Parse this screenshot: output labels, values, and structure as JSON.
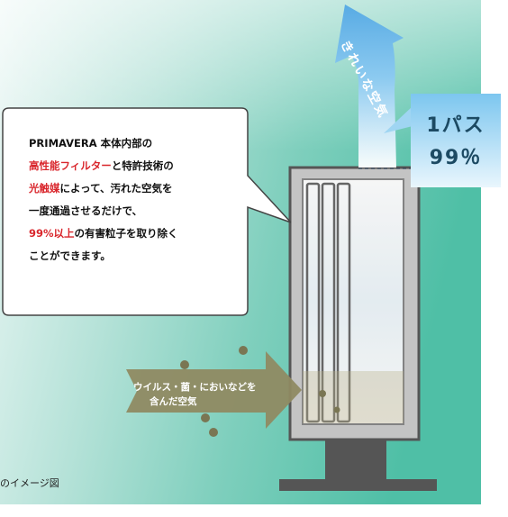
{
  "clean_air_label": "きれいな空気",
  "pass_badge": {
    "line1": "1パス",
    "line2": "99％"
  },
  "callout": {
    "line1": {
      "text": "PRIMAVERA 本体内部の"
    },
    "line2": {
      "highlight": "高性能フィルター",
      "text": "と特許技術の"
    },
    "line3": {
      "highlight": "光触媒",
      "text": "によって、汚れた空気を"
    },
    "line4": {
      "text": "一度通過させるだけで、"
    },
    "line5": {
      "highlight": "99%以上",
      "text": "の有害粒子を取り除く"
    },
    "line6": {
      "text": "ことができます。"
    }
  },
  "dirty_air": {
    "line1": "ウイルス・菌・においなどを",
    "line2": "含んだ空気"
  },
  "caption": "のイメージ図",
  "colors": {
    "bg_teal": "#5cc3ab",
    "arrow_blue": "#5aaee6",
    "arrow_olive": "#8f8a62",
    "highlight_red": "#d9262c",
    "device_body": "#c4c4c4",
    "stand": "#555555",
    "badge_text": "#1c4a63"
  }
}
